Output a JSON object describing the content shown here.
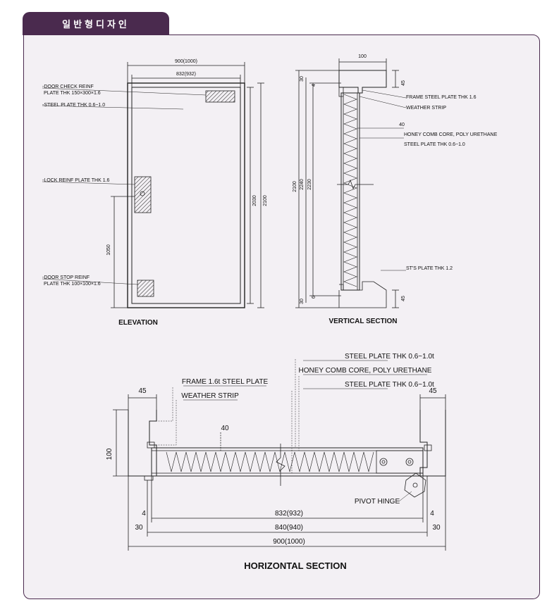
{
  "header": {
    "tab_title": "일반형디자인"
  },
  "elevation": {
    "title": "ELEVATION",
    "dim_overall_width": "900(1000)",
    "dim_leaf_width": "832(932)",
    "dim_height_inner": "2030",
    "dim_height_outer": "2100",
    "dim_lock_height": "1050",
    "label_door_check_1": "-DOOR CHECK REINF",
    "label_door_check_2": "PLATE THK 150×300×1.6",
    "label_steel_plate": "-STEEL PLATE THK 0.6~1.0",
    "label_lock_reinf": "-LOCK REINF PLATE THK 1.6",
    "label_door_stop_1": "-DOOR STOP REINF",
    "label_door_stop_2": "PLATE THK 100×100×1.6"
  },
  "vertical_section": {
    "title": "VERTICAL SECTION",
    "dim_top_width": "100",
    "dim_top_30": "30",
    "dim_top_4": "4",
    "dim_top_45": "45",
    "dim_core_40": "40",
    "dim_h_2100": "2100",
    "dim_h_2240": "2240",
    "dim_h_2230": "2230",
    "dim_bot_30": "30",
    "dim_bot_6": "6",
    "dim_bot_45": "45",
    "label_frame": "FRAME STEEL PLATE THK 1.6",
    "label_weather": "WEATHER STRIP",
    "label_core": "HONEY COMB CORE, POLY URETHANE",
    "label_steel": "STEEL PLATE THK 0.6~1.0",
    "label_sts": "ST'S PLATE THK 1.2"
  },
  "horizontal_section": {
    "title": "HORIZONTAL SECTION",
    "label_steel_top": "STEEL PLATE THK 0.6~1.0t",
    "label_core": "HONEY COMB CORE, POLY URETHANE",
    "label_steel_bottom": "STEEL PLATE THK 0.6~1.0t",
    "label_frame": "FRAME 1.6t STEEL PLATE",
    "label_weather": "WEATHER STRIP",
    "label_pivot": "PIVOT HINGE",
    "dim_left_45": "45",
    "dim_right_45": "45",
    "dim_depth_100": "100",
    "dim_core_40": "40",
    "dim_832": "832(932)",
    "dim_840": "840(940)",
    "dim_900": "900(1000)",
    "dim_left_4": "4",
    "dim_right_4": "4",
    "dim_left_30": "30",
    "dim_right_30": "30"
  }
}
